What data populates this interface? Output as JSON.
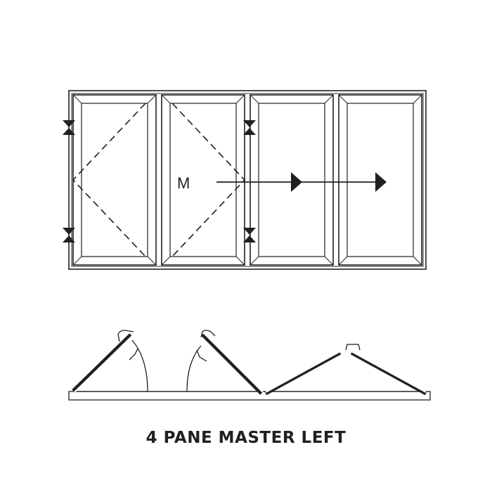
{
  "diagram": {
    "master_label": "M",
    "title": "4 PANE MASTER LEFT",
    "pane_count": 4,
    "line_color": "#231f20"
  }
}
